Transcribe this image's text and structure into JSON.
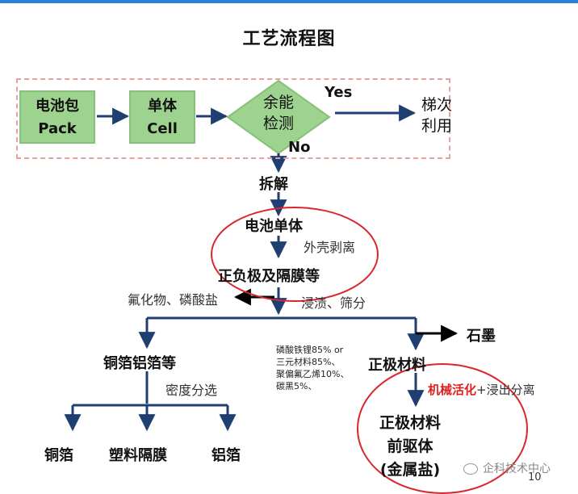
{
  "title": "工艺流程图",
  "top_row": {
    "battery_pack": {
      "line1": "电池包",
      "line2": "Pack"
    },
    "cell": {
      "line1": "单体",
      "line2": "Cell"
    },
    "capacity_check": {
      "line1": "余能",
      "line2": "检测"
    },
    "yes": "Yes",
    "no": "No",
    "cascade_use": {
      "line1": "梯次",
      "line2": "利用"
    }
  },
  "disassembly": "拆解",
  "battery_cell": "电池单体",
  "shell_stripping": "外壳剥离",
  "electrodes": "正负极及隔膜等",
  "fluoride": "氟化物、磷酸盐",
  "leaching": "浸渍、筛分",
  "graphite": "石墨",
  "left_branch": {
    "foils": "铜箔铝箔等",
    "density_sort": "密度分选",
    "copper": "铜箔",
    "plastic": "塑料隔膜",
    "aluminum": "铝箔"
  },
  "composition": [
    "磷酸铁锂85% or",
    "三元材料85%、",
    "聚偏氟乙烯10%、",
    "碳黑5%、"
  ],
  "right_branch": {
    "cathode": "正极材料",
    "mech_activation": "机械活化",
    "leach_separate": "+浸出分离",
    "precursor_line1": "正极材料",
    "precursor_line2": "前驱体",
    "precursor_line3": "(金属盐)"
  },
  "watermark": "企科技术中心",
  "page_number": "10",
  "colors": {
    "arrow": "#1f3f73",
    "green": "#9ed28f",
    "red_circle": "#d9272e",
    "accent_text": "#e02020",
    "top_bar": "#2f7fd6"
  }
}
